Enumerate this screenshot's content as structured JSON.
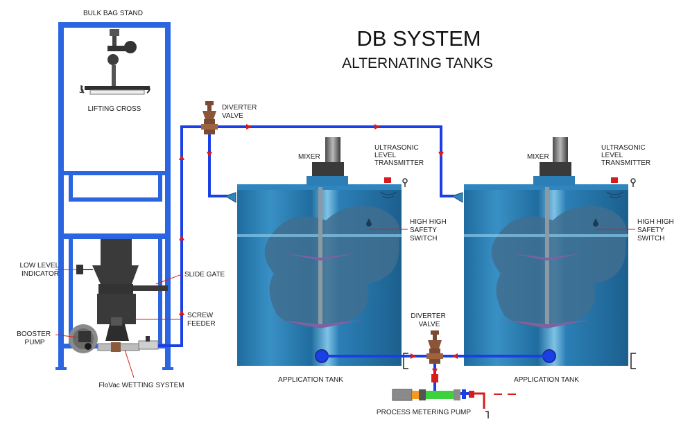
{
  "title": "DB SYSTEM",
  "subtitle": "ALTERNATING TANKS",
  "labels": {
    "bulk_bag_stand": "BULK BAG STAND",
    "lifting_cross": "LIFTING CROSS",
    "low_level_indicator": [
      "LOW LEVEL",
      "INDICATOR"
    ],
    "slide_gate": "SLIDE GATE",
    "screw_feeder": [
      "SCREW",
      "FEEDER"
    ],
    "booster_pump": [
      "BOOSTER",
      "PUMP"
    ],
    "wetting_system": "FloVac WETTING SYSTEM",
    "diverter_valve_top": [
      "DIVERTER",
      "VALVE"
    ],
    "diverter_valve_bottom": [
      "DIVERTER",
      "VALVE"
    ],
    "mixer_1": "MIXER",
    "mixer_2": "MIXER",
    "ultrasonic_1": [
      "ULTRASONIC",
      "LEVEL",
      "TRANSMITTER"
    ],
    "ultrasonic_2": [
      "ULTRASONIC",
      "LEVEL",
      "TRANSMITTER"
    ],
    "high_high_1": [
      "HIGH HIGH",
      "SAFETY",
      "SWITCH"
    ],
    "high_high_2": [
      "HIGH HIGH",
      "SAFETY",
      "SWITCH"
    ],
    "tank_1": "APPLICATION TANK",
    "tank_2": "APPLICATION TANK",
    "metering_pump": "PROCESS METERING PUMP"
  },
  "colors": {
    "frame": "#2b66e0",
    "pipe": "#1a3fe6",
    "tank": "#2b7fb6",
    "tank_light": "#6cb3dc",
    "liquid": "#3f6f8f",
    "flow_arrow": "#d81b1b",
    "valve": "#7a4a32",
    "equipment": "#3a3a3a",
    "pump_green": "#3dd13d"
  }
}
